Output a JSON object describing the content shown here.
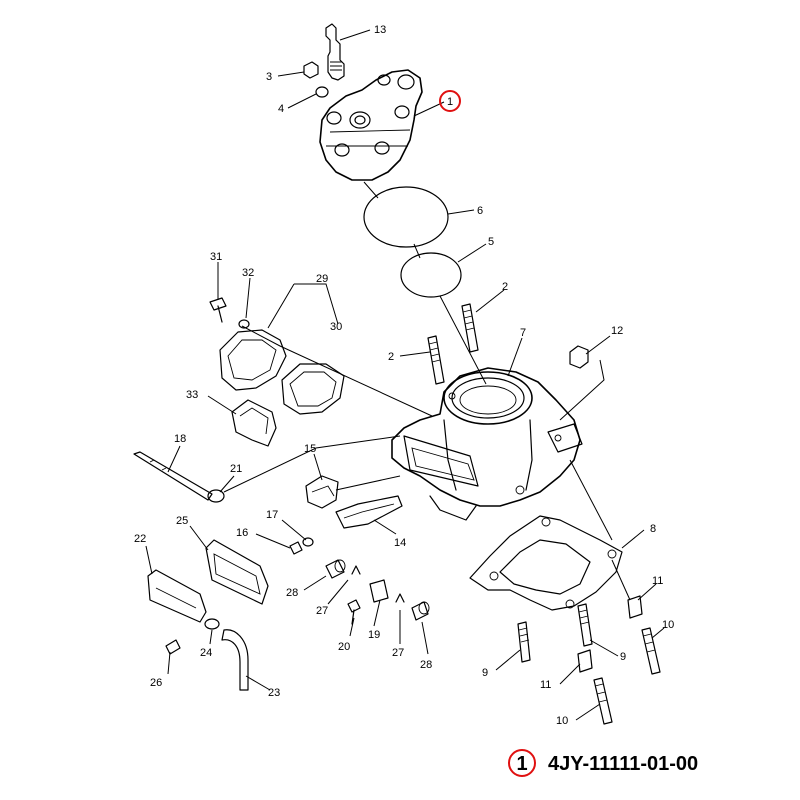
{
  "highlight_color": "#e01010",
  "callouts": {
    "c1": "1",
    "c2a": "2",
    "c2b": "2",
    "c3": "3",
    "c4": "4",
    "c5": "5",
    "c6": "6",
    "c7": "7",
    "c8": "8",
    "c9a": "9",
    "c9b": "9",
    "c10a": "10",
    "c10b": "10",
    "c11a": "11",
    "c11b": "11",
    "c12": "12",
    "c13": "13",
    "c14": "14",
    "c15": "15",
    "c16": "16",
    "c17": "17",
    "c18": "18",
    "c19": "19",
    "c20": "20",
    "c21": "21",
    "c22": "22",
    "c23": "23",
    "c24": "24",
    "c25": "25",
    "c26": "26",
    "c27a": "27",
    "c27b": "27",
    "c28a": "28",
    "c28b": "28",
    "c29": "29",
    "c30": "30",
    "c31": "31",
    "c32": "32",
    "c33": "33"
  },
  "part_number": {
    "index": "1",
    "code": "4JY-11111-01-00"
  }
}
